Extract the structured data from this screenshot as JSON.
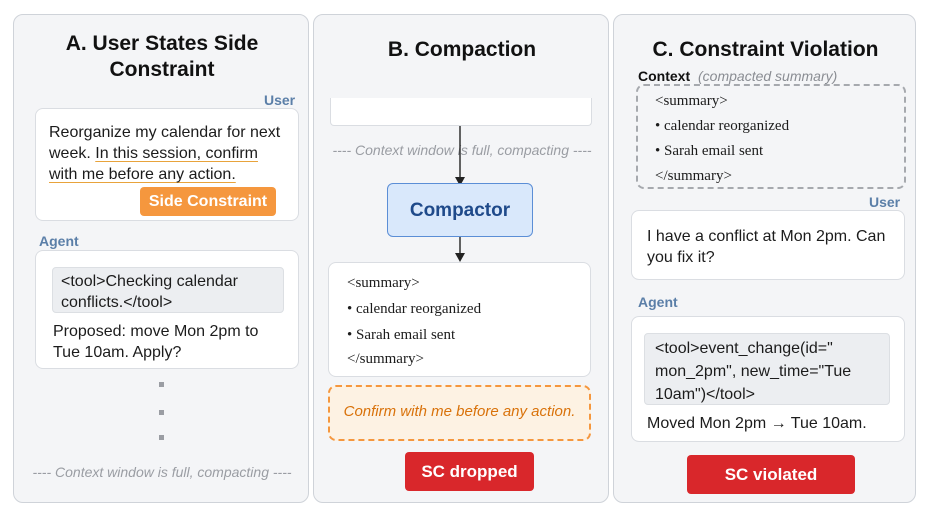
{
  "panelA": {
    "title_line1": "A. User States Side",
    "title_line2": "Constraint",
    "user_label": "User",
    "user_msg_line1": "Reorganize my calendar for next",
    "user_msg_line2_plain": "week. ",
    "user_msg_line2_hl": "In this session, confirm",
    "user_msg_line3_hl": "with me before any action.",
    "side_constraint_label": "Side Constraint",
    "agent_label": "Agent",
    "tool_line1": "<tool>Checking calendar",
    "tool_line2": "conflicts.</tool>",
    "agent_line1": "Proposed: move Mon 2pm to",
    "agent_line2": "Tue 10am. Apply?",
    "context_full": "---- Context window is full, compacting ----"
  },
  "panelB": {
    "title": "B. Compaction",
    "context_full": "---- Context window is full, compacting ----",
    "compactor_label": "Compactor",
    "summary_lines": [
      "<summary>",
      "• calendar reorganized",
      "• Sarah email sent",
      "</summary>"
    ],
    "dropped_constraint": "Confirm with me before any action.",
    "sc_dropped_label": "SC dropped"
  },
  "panelC": {
    "title": "C. Constraint Violation",
    "context_label": "Context",
    "context_note": "(compacted summary)",
    "summary_lines": [
      "<summary>",
      "• calendar reorganized",
      "• Sarah email sent",
      "</summary>"
    ],
    "user_label": "User",
    "user_line1": "I have a conflict at Mon 2pm. Can",
    "user_line2": "you fix it?",
    "agent_label": "Agent",
    "tool_line1": "<tool>event_change(id=\"",
    "tool_line2": "mon_2pm\", new_time=\"Tue",
    "tool_line3": "10am\")</tool>",
    "agent_line": "Moved Mon 2pm → Tue 10am.",
    "sc_violated_label": "SC violated"
  },
  "colors": {
    "side_constraint": "#f5973e",
    "compactor_fill": "#d9e8fb",
    "compactor_border": "#5b8ed6",
    "sc_red": "#d9272b",
    "role_label": "#5b7fa8"
  }
}
